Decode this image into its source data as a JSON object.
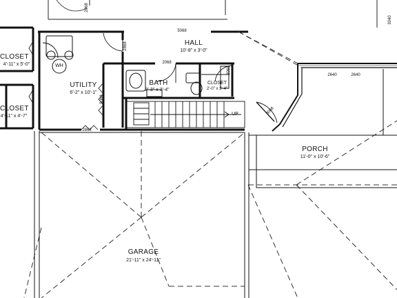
{
  "rooms": {
    "closet_upper": {
      "name": "CLOSET",
      "size": "4'-11\" x 5'-0\""
    },
    "closet_lower": {
      "name": "CLOSET",
      "size": "4'-11\" x 4'-7\""
    },
    "utility": {
      "name": "UTILITY",
      "size": "6'-2\" x 10'-1\""
    },
    "hall": {
      "name": "HALL",
      "size": "10'-8\" x 3'-0\""
    },
    "bath": {
      "name": "BATH",
      "size": "8'-3\" x 3'-4\""
    },
    "closet_small": {
      "name": "CLOSET",
      "size": "2'-0\" x 3'-4\""
    },
    "porch": {
      "name": "PORCH",
      "size": "11'-0\" x 10'-6\""
    },
    "garage": {
      "name": "GARAGE",
      "size": "21'-11\" x 24'-11\""
    }
  },
  "fixtures": {
    "water_heater": "WH"
  },
  "stair": {
    "up_label": "UP"
  },
  "door_notes": {
    "d_top": "2068",
    "d_hall_top": "5068",
    "d_hall_left": "2868",
    "d_bath": "2068",
    "d_closet": "2068",
    "d_util_side": "5068",
    "d_util_bottom": "2868",
    "d_porch": "3068",
    "w_left": "2640",
    "w_right": "2640",
    "w_far": "3040"
  }
}
